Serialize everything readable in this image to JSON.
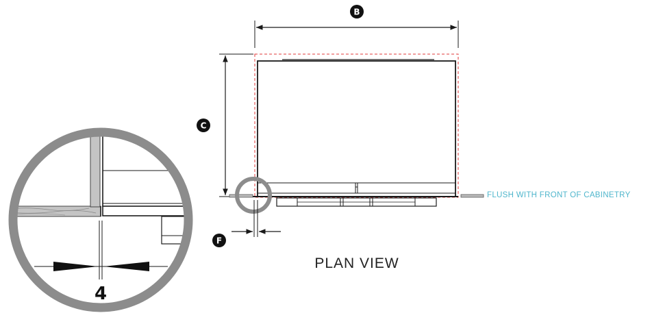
{
  "labels": {
    "dimension_b": "B",
    "dimension_c": "C",
    "dimension_f": "F",
    "view_title": "PLAN VIEW",
    "flush_note": "FLUSH WITH FRONT OF CABINETRY",
    "detail_value": "4"
  },
  "colors": {
    "line": "#1a1a1a",
    "dashed_outline": "#e23a3a",
    "flush_note": "#4fb6cc",
    "magnifier_ring": "#8c8c8c",
    "wood": "#bdbdbd",
    "badge": "#111111"
  }
}
